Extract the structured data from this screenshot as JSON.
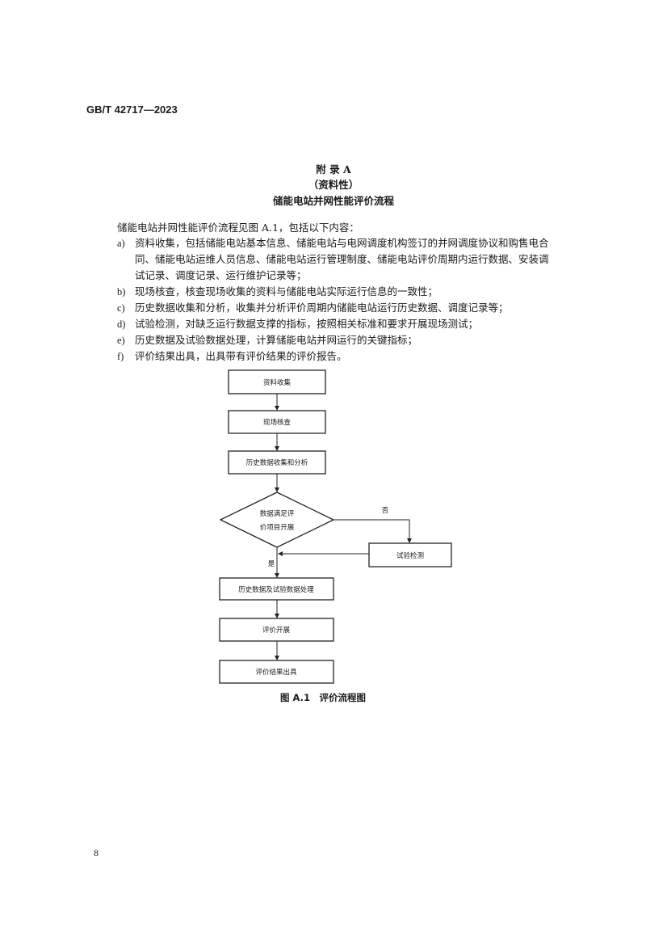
{
  "header": {
    "standard_no": "GB/T 42717—2023"
  },
  "appendix": {
    "label": "附 录 A",
    "nature": "（资料性）",
    "title": "储能电站并网性能评价流程"
  },
  "intro": "储能电站并网性能评价流程见图 A.1，包括以下内容：",
  "items": [
    {
      "label": "a)",
      "text": "资料收集，包括储能电站基本信息、储能电站与电网调度机构签订的并网调度协议和购售电合同、储能电站运维人员信息、储能电站运行管理制度、储能电站评价周期内运行数据、安装调试记录、调度记录、运行维护记录等；"
    },
    {
      "label": "b)",
      "text": "现场核查，核查现场收集的资料与储能电站实际运行信息的一致性；"
    },
    {
      "label": "c)",
      "text": "历史数据收集和分析，收集并分析评价周期内储能电站运行历史数据、调度记录等；"
    },
    {
      "label": "d)",
      "text": "试验检测，对缺乏运行数据支撑的指标，按照相关标准和要求开展现场测试；"
    },
    {
      "label": "e)",
      "text": "历史数据及试验数据处理，计算储能电站并网运行的关键指标；"
    },
    {
      "label": "f)",
      "text": "评价结果出具，出具带有评价结果的评价报告。"
    }
  ],
  "flowchart": {
    "step1": "资料收集",
    "step2": "现场核查",
    "step3": "历史数据收集和分析",
    "decision_line1": "数据满足评",
    "decision_line2": "价项目开展",
    "no_label": "否",
    "yes_label": "是",
    "test": "试验检测",
    "step4": "历史数据及试验数据处理",
    "step5": "评价开展",
    "step6": "评价结果出具"
  },
  "figure_caption": "图 A.1　评价流程图",
  "page_number": "8"
}
